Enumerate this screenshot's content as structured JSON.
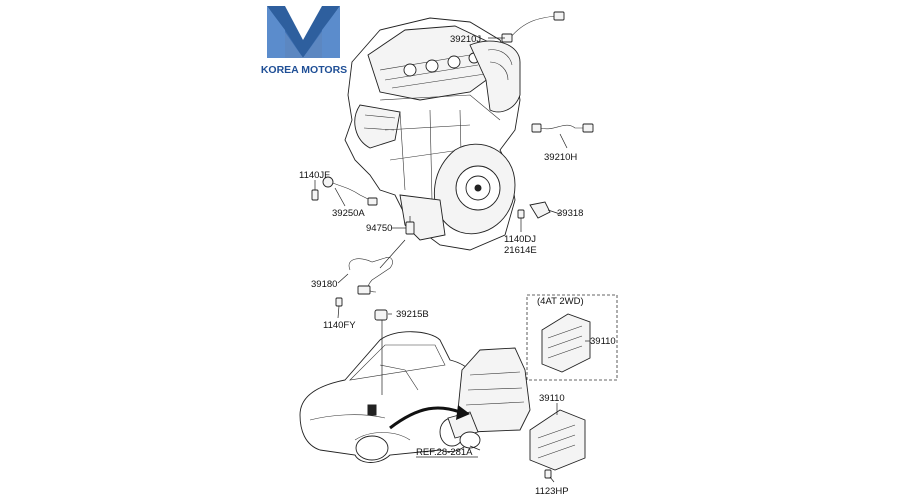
{
  "brand": {
    "name": "KOREA MOTORS",
    "logo_icon": "km-logo-icon",
    "colors": {
      "primary": "#2e5f9e",
      "secondary": "#5b8ccc",
      "text": "#1f4f96"
    }
  },
  "parts": [
    {
      "code": "39210J",
      "icon": "oxygen-sensor-upstream-icon"
    },
    {
      "code": "39210H",
      "icon": "oxygen-sensor-downstream-icon"
    },
    {
      "code": "1140JF",
      "icon": "bolt-icon"
    },
    {
      "code": "39250A",
      "icon": "knock-sensor-icon"
    },
    {
      "code": "94750",
      "icon": "temperature-sensor-icon"
    },
    {
      "code": "39318",
      "icon": "camshaft-sensor-icon"
    },
    {
      "code": "1140DJ",
      "icon": "bolt-icon"
    },
    {
      "code": "21614E",
      "icon": "washer-icon"
    },
    {
      "code": "39180",
      "icon": "crankshaft-sensor-icon"
    },
    {
      "code": "1140FY",
      "icon": "bolt-icon"
    },
    {
      "code": "39215B",
      "icon": "air-temp-sensor-icon"
    },
    {
      "code": "39110",
      "icon": "ecu-icon"
    },
    {
      "code": "39110",
      "icon": "ecu-icon"
    },
    {
      "code": "REF.28-281A",
      "icon": "air-cleaner-icon"
    },
    {
      "code": "1123HP",
      "icon": "bolt-icon"
    }
  ],
  "variant_box": {
    "title": "(4AT 2WD)"
  }
}
